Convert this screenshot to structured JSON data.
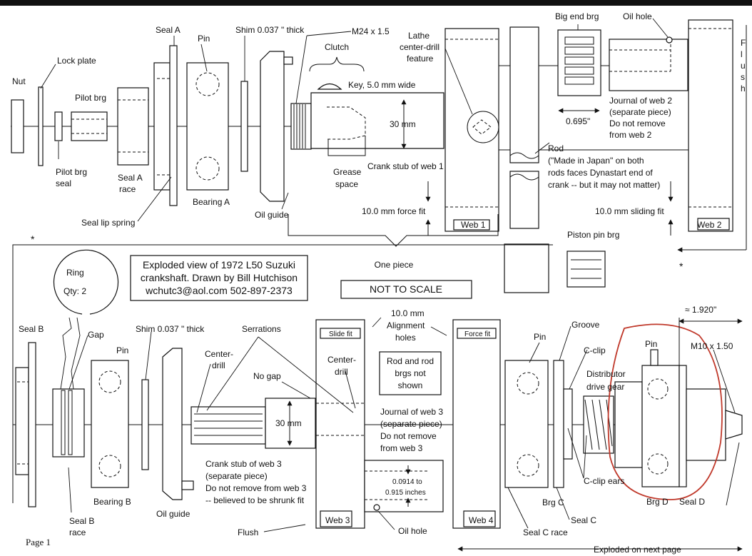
{
  "title_box": {
    "line1": "Exploded view of 1972 L50 Suzuki",
    "line2": "crankshaft. Drawn by Bill Hutchison",
    "line3": "wchutc3@aol.com 502-897-2373"
  },
  "not_to_scale": "NOT TO SCALE",
  "one_piece": "One piece",
  "page": "Page 1",
  "exploded_next": "Exploded on next page",
  "asterisk": "*",
  "flush_vertical": [
    "F",
    "l",
    "u",
    "s",
    "h"
  ],
  "top": {
    "nut": "Nut",
    "lock_plate": "Lock plate",
    "pilot_brg": "Pilot brg",
    "pilot_brg_seal": [
      "Pilot brg",
      "seal"
    ],
    "seal_a": "Seal A",
    "seal_a_race": [
      "Seal A",
      "race"
    ],
    "seal_lip_spring": "Seal lip spring",
    "pin": "Pin",
    "bearing_a": "Bearing A",
    "shim": "Shim 0.037 \" thick",
    "oil_guide": "Oil guide",
    "m24": "M24 x 1.5",
    "clutch": "Clutch",
    "key": "Key, 5.0 mm wide",
    "lathe": [
      "Lathe",
      "center-drill",
      "feature"
    ],
    "dim_30mm": "30 mm",
    "crank_stub_web1": "Crank stub of web 1",
    "grease_space": [
      "Grease",
      "space"
    ],
    "force_fit": "10.0 mm force fit",
    "web1": "Web 1",
    "big_end_brg": "Big end brg",
    "oil_hole": "Oil hole",
    "dim_0695": "0.695\"",
    "journal_web2": [
      "Journal of web 2",
      "(separate piece)",
      "Do not remove",
      "from web 2"
    ],
    "rod_note": [
      "Rod",
      "(\"Made in Japan\" on both",
      "rods faces Dynastart end of",
      "crank -- but it may not matter)"
    ],
    "sliding_fit": "10.0 mm sliding fit",
    "web2": "Web 2",
    "piston_pin_brg": "Piston pin brg"
  },
  "bottom": {
    "ring": "Ring",
    "ring_qty": "Qty: 2",
    "seal_b": "Seal B",
    "gap": "Gap",
    "pin_left": "Pin",
    "bearing_b": "Bearing B",
    "seal_b_race": [
      "Seal B",
      "race"
    ],
    "shim": "Shim 0.037 \" thick",
    "oil_guide": "Oil guide",
    "serrations": "Serrations",
    "center_drill_left": [
      "Center-",
      "drill"
    ],
    "no_gap": "No gap",
    "dim_30mm": "30 mm",
    "crank_stub_web3": [
      "Crank stub of web 3",
      "(separate piece)",
      "Do not remove from web 3",
      "-- believed to be shrunk fit"
    ],
    "slide_fit": "Slide fit",
    "center_drill_mid": [
      "Center-",
      "drill"
    ],
    "alignment": [
      "10.0 mm",
      "Alignment",
      "holes"
    ],
    "rod_box": [
      "Rod and rod",
      "brgs not",
      "shown"
    ],
    "journal_web3": [
      "Journal of web 3",
      "(separate piece)",
      "Do not remove",
      "from web 3"
    ],
    "dim_0914": [
      "0.0914 to",
      "0.915 inches"
    ],
    "web3": "Web 3",
    "flush": "Flush",
    "oil_hole": "Oil hole",
    "force_fit": "Force fit",
    "web4": "Web 4",
    "pin_c": "Pin",
    "groove": "Groove",
    "c_clip": "C-clip",
    "distributor": [
      "Distributor",
      "drive gear"
    ],
    "c_clip_ears": "C-clip ears",
    "brg_c": "Brg C",
    "seal_c": "Seal C",
    "seal_c_race": "Seal C race",
    "pin_d": "Pin",
    "m10": "M10 x 1.50",
    "dim_1920": "≈ 1.920\"",
    "brg_d": "Brg D",
    "seal_d": "Seal D"
  }
}
